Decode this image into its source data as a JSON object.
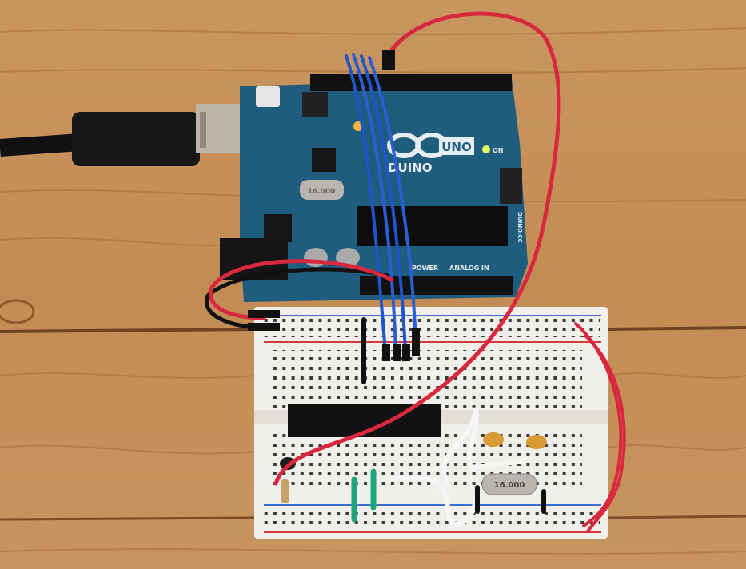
{
  "scene": {
    "description_colors": {
      "wood": "#c8935c",
      "board": "#1f5d7e",
      "breadboard": "#f1efea",
      "red_wire": "#d8283e",
      "blue_wire": "#1f55c8"
    }
  },
  "arduino": {
    "logo_text": "DUINO",
    "model": "UNO",
    "on_label": "ON",
    "power_label": "POWER",
    "analog_label": "ANALOG IN",
    "site_label": "DUINO.CC",
    "crystal_label": "16.000"
  },
  "breadboard": {
    "crystal_label": "16.000"
  }
}
